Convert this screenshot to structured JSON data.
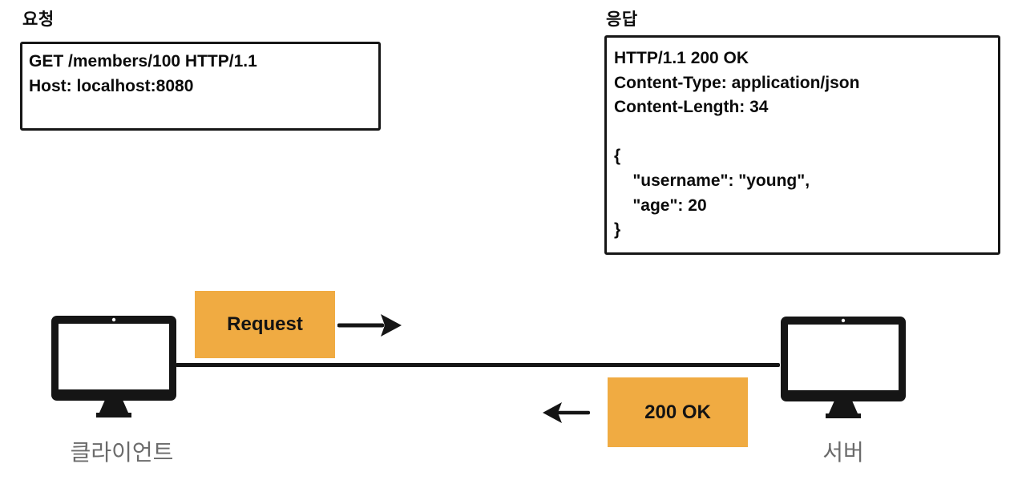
{
  "request_section": {
    "title": "요청",
    "lines": [
      "GET /members/100 HTTP/1.1",
      "Host: localhost:8080"
    ]
  },
  "response_section": {
    "title": "응답",
    "lines": [
      "HTTP/1.1 200 OK",
      "Content-Type: application/json",
      "Content-Length: 34",
      "",
      "{",
      "    \"username\": \"young\",",
      "    \"age\": 20",
      "}"
    ]
  },
  "flow": {
    "request_badge": "Request",
    "response_badge": "200 OK",
    "client_label": "클라이언트",
    "server_label": "서버"
  },
  "icons": {
    "client": "monitor-icon",
    "server": "monitor-icon",
    "request_direction": "arrow-right-icon",
    "response_direction": "arrow-left-icon"
  },
  "colors": {
    "accent_orange": "#f0ab42",
    "ink": "#151515",
    "label_gray": "#6b6b6b",
    "background": "#ffffff"
  }
}
